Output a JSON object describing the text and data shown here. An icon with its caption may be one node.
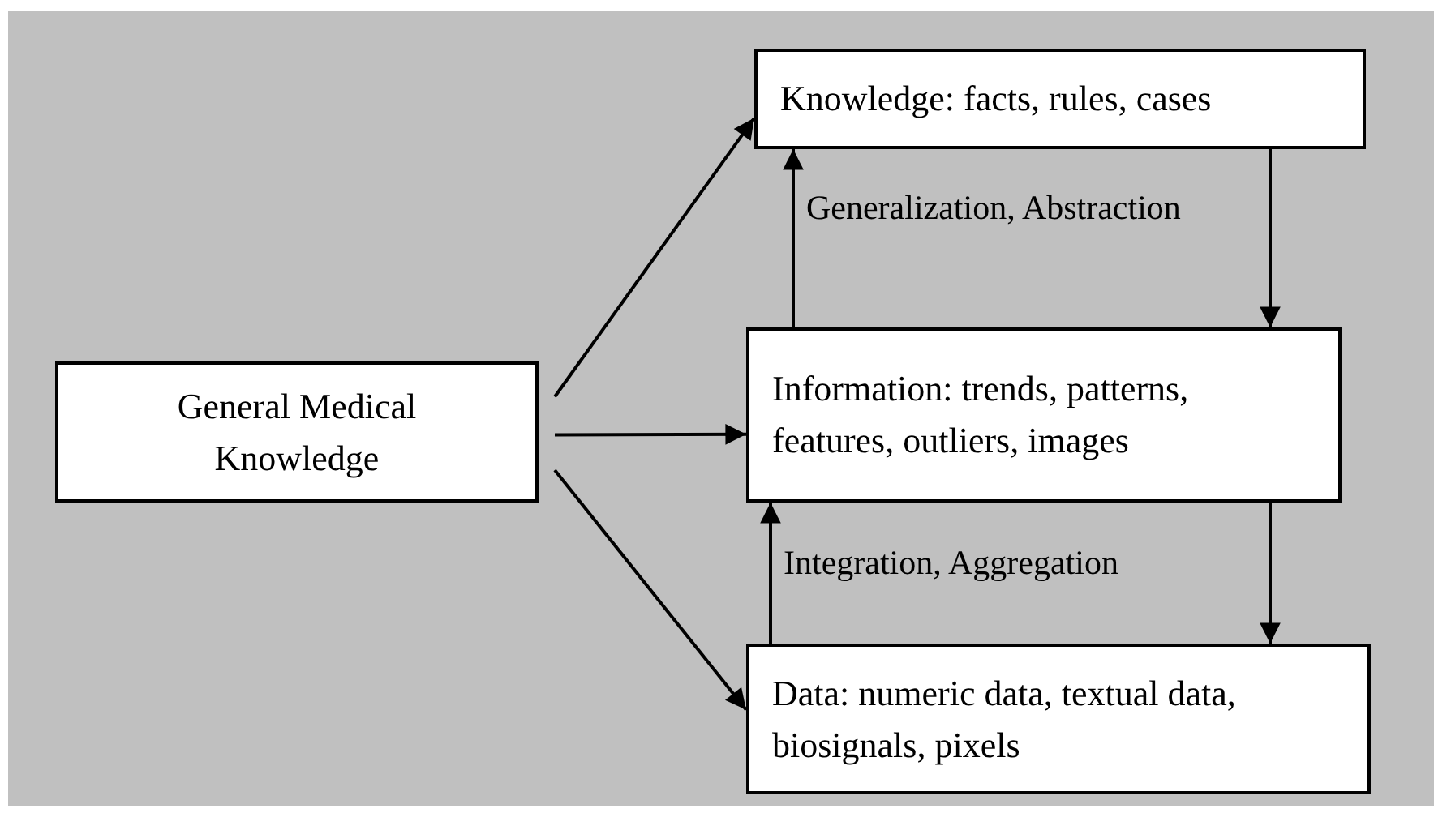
{
  "diagram": {
    "nodes": [
      {
        "text": [
          "Knowledge: facts, rules, cases"
        ]
      },
      {
        "text": [
          "General Medical Knowledge"
        ]
      },
      {
        "text": [
          "Information: trends, patterns, features, outliers, images"
        ]
      },
      {
        "text": [
          "Data: numeric data, textual data, biosignals, pixels"
        ]
      }
    ],
    "edges": [
      {
        "from": 1,
        "to": 0,
        "arrow": "to"
      },
      {
        "from": 1,
        "to": 2,
        "arrow": "to"
      },
      {
        "from": 1,
        "to": 3,
        "arrow": "to"
      },
      {
        "from": 2,
        "to": 0,
        "arrow": "to",
        "label": "Generalization, Abstraction"
      },
      {
        "from": 0,
        "to": 2,
        "arrow": "to"
      },
      {
        "from": 3,
        "to": 2,
        "arrow": "to",
        "label": "Integration, Aggregation"
      },
      {
        "from": 2,
        "to": 3,
        "arrow": "to"
      }
    ]
  }
}
